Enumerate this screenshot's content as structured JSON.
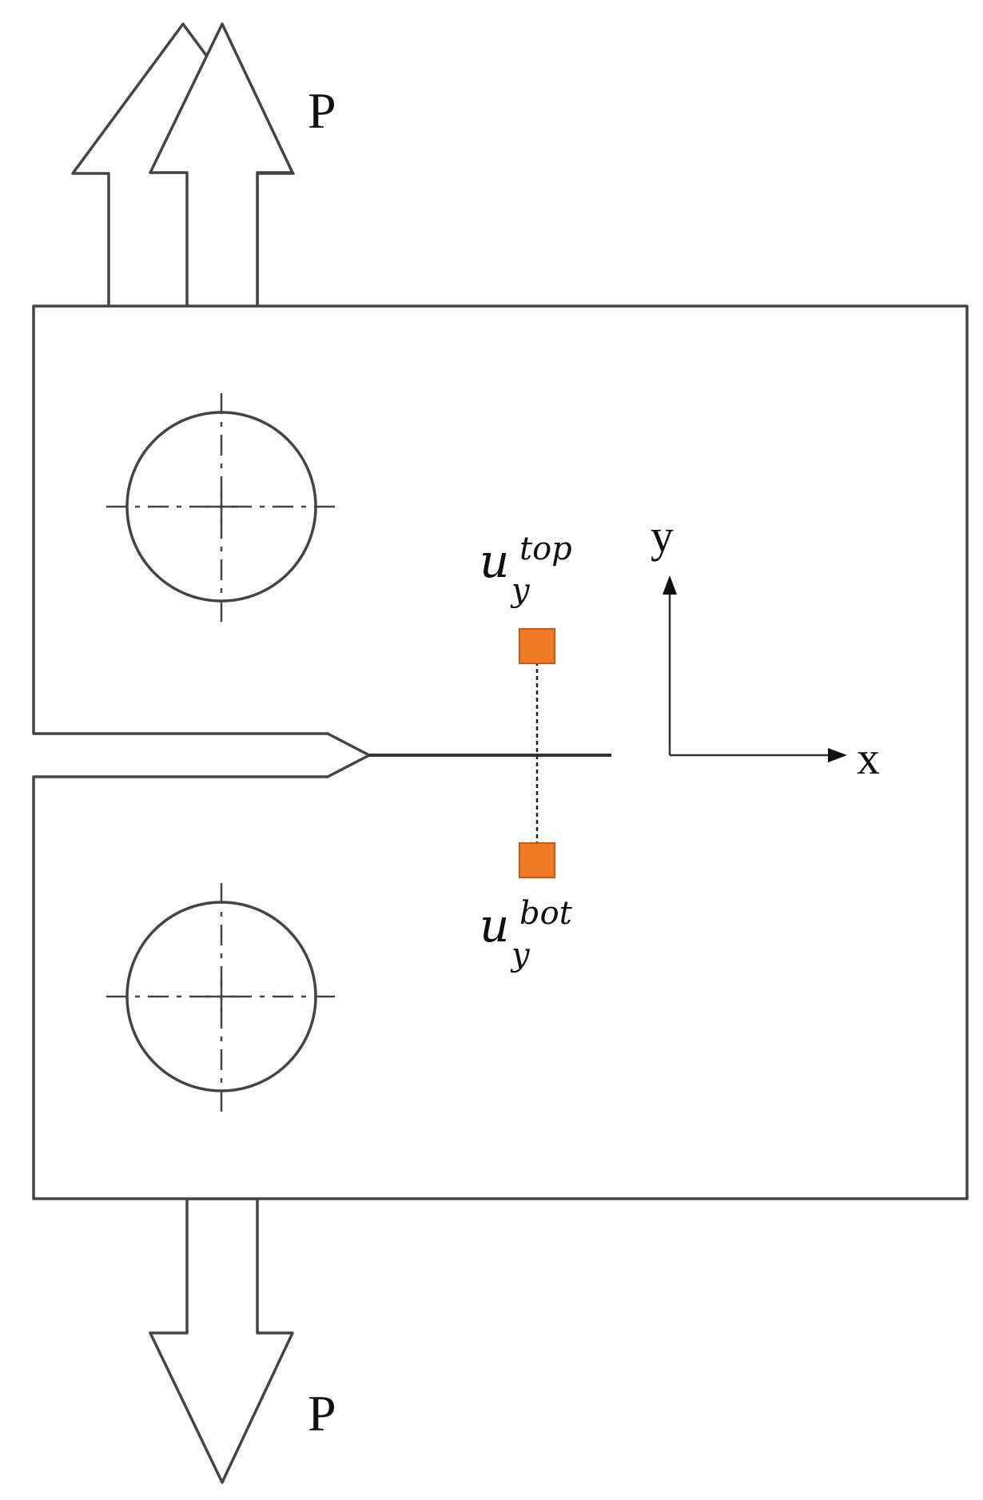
{
  "colors": {
    "line": "#444444",
    "marker": "#f07a28",
    "marker_stroke": "#c85a10",
    "text": "#111111"
  },
  "labels": {
    "load_top": "P",
    "load_bottom": "P",
    "axis_x": "x",
    "axis_y": "y",
    "u_top_base": "u",
    "u_top_sub": "y",
    "u_top_sup": "top",
    "u_bot_base": "u",
    "u_bot_sub": "y",
    "u_bot_sup": "bot"
  }
}
